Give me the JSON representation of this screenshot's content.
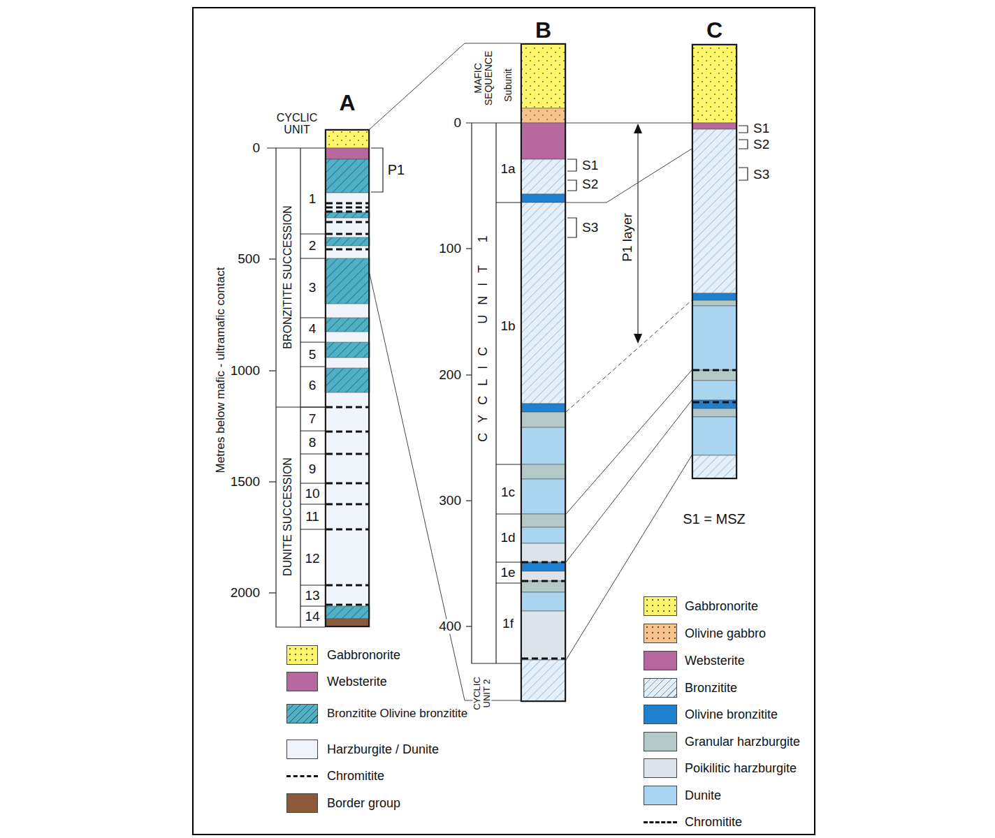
{
  "diagram": {
    "nodes": [
      {
        "text": [
          "A"
        ]
      },
      {
        "text": [
          "B"
        ]
      },
      {
        "text": [
          "C"
        ]
      }
    ],
    "edges": [
      {
        "from": 0,
        "to": 1,
        "arrow": "none"
      },
      {
        "from": 0,
        "to": 1,
        "arrow": "none"
      },
      {
        "from": 1,
        "to": 2,
        "arrow": "none"
      },
      {
        "from": 1,
        "to": 2,
        "arrow": "none"
      },
      {
        "from": 1,
        "to": 2,
        "arrow": "none"
      },
      {
        "from": 1,
        "to": 2,
        "arrow": "none"
      },
      {
        "from": 1,
        "to": 2,
        "arrow": "none"
      },
      {
        "from": 1,
        "to": 2,
        "arrow": "none"
      }
    ],
    "labels": [
      "CYCLIC UNIT",
      "0",
      "500",
      "1000",
      "1500",
      "2000",
      "Metres below mafic - ultramafic contact",
      "BRONZITITE SUCCESSION",
      "DUNITE SUCCESSION",
      "1",
      "2",
      "3",
      "4",
      "5",
      "6",
      "7",
      "8",
      "9",
      "10",
      "11",
      "12",
      "13",
      "14",
      "P1",
      "MAFIC SEQUENCE",
      "Subunit",
      "0",
      "100",
      "200",
      "300",
      "400",
      "CYCLIC UNIT 1",
      "1a",
      "1b",
      "1c",
      "1d",
      "1e",
      "1f",
      "CYCLIC UNIT 2",
      "S1",
      "S2",
      "S3",
      "P1 layer",
      "S1",
      "S2",
      "S3",
      "S1 = MSZ"
    ],
    "legend": [
      {
        "text": "Gabbronorite",
        "color": "#fff568"
      },
      {
        "text": "Websterite",
        "color": "#b5679e"
      },
      {
        "text": "Bronzitite Olivine bronzitite",
        "color": "#4fb0c6"
      },
      {
        "text": "Harzburgite / Dunite",
        "color": "#eef4fa"
      },
      {
        "text": "Chromitite"
      },
      {
        "text": "Border group",
        "color": "#8a5a3b"
      },
      {
        "text": "Gabbronorite",
        "color": "#fff568"
      },
      {
        "text": "Olivine gabbro",
        "color": "#f8c28c"
      },
      {
        "text": "Websterite",
        "color": "#b5679e"
      },
      {
        "text": "Bronzitite",
        "color": "#e4f0f9"
      },
      {
        "text": "Olivine bronzitite",
        "color": "#1f80cf"
      },
      {
        "text": "Granular harzburgite",
        "color": "#b5c8c8"
      },
      {
        "text": "Poikilitic harzburgite",
        "color": "#dde3ea"
      },
      {
        "text": "Dunite",
        "color": "#a9d5f1"
      },
      {
        "text": "Chromitite"
      }
    ]
  }
}
